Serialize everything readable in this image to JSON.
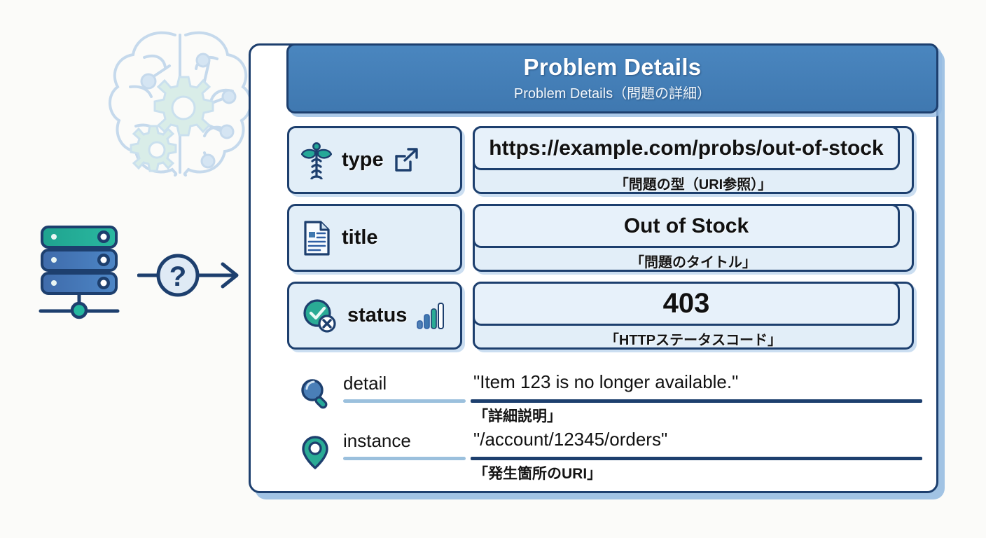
{
  "diagram": {
    "header": {
      "title": "Problem Details",
      "subtitle": "Problem Details（問題の詳細）"
    },
    "left_graphics": {
      "brain_icon": "brain-gears-icon",
      "server_icon": "server-stack-icon",
      "question_icon": "question-mark-circle-icon",
      "arrow_icon": "arrow-right-icon"
    },
    "rows": [
      {
        "key": "type",
        "label": "type",
        "icon": "caduceus-icon",
        "icon_right": "external-link-icon",
        "value": "https://example.com/probs/out-of-stock",
        "jp": "「問題の型（URI参照）」",
        "style": "boxed"
      },
      {
        "key": "title",
        "label": "title",
        "icon": "document-icon",
        "icon_right": "",
        "value": "Out of Stock",
        "jp": "「問題のタイトル」",
        "style": "boxed"
      },
      {
        "key": "status",
        "label": "status",
        "icon": "check-circle-x-icon",
        "icon_right": "bar-chart-icon",
        "value": "403",
        "jp": "「HTTPステータスコード」",
        "style": "boxed"
      },
      {
        "key": "detail",
        "label": "detail",
        "icon": "magnifier-icon",
        "icon_right": "",
        "value": "\"Item 123 is no longer available.\"",
        "jp": "「詳細説明」",
        "style": "underline"
      },
      {
        "key": "instance",
        "label": "instance",
        "icon": "location-pin-icon",
        "icon_right": "",
        "value": "\"/account/12345/orders\"",
        "jp": "「発生箇所のURI」",
        "style": "underline"
      }
    ],
    "colors": {
      "background": "#fbfbf9",
      "header_blue": "#3f78b0",
      "border_navy": "#1d3f6e",
      "box_fill": "#e2eef8",
      "accent_teal": "#25a898",
      "shadow_blue": "#91b9e1",
      "label_underline": "#9bc0dd"
    }
  }
}
